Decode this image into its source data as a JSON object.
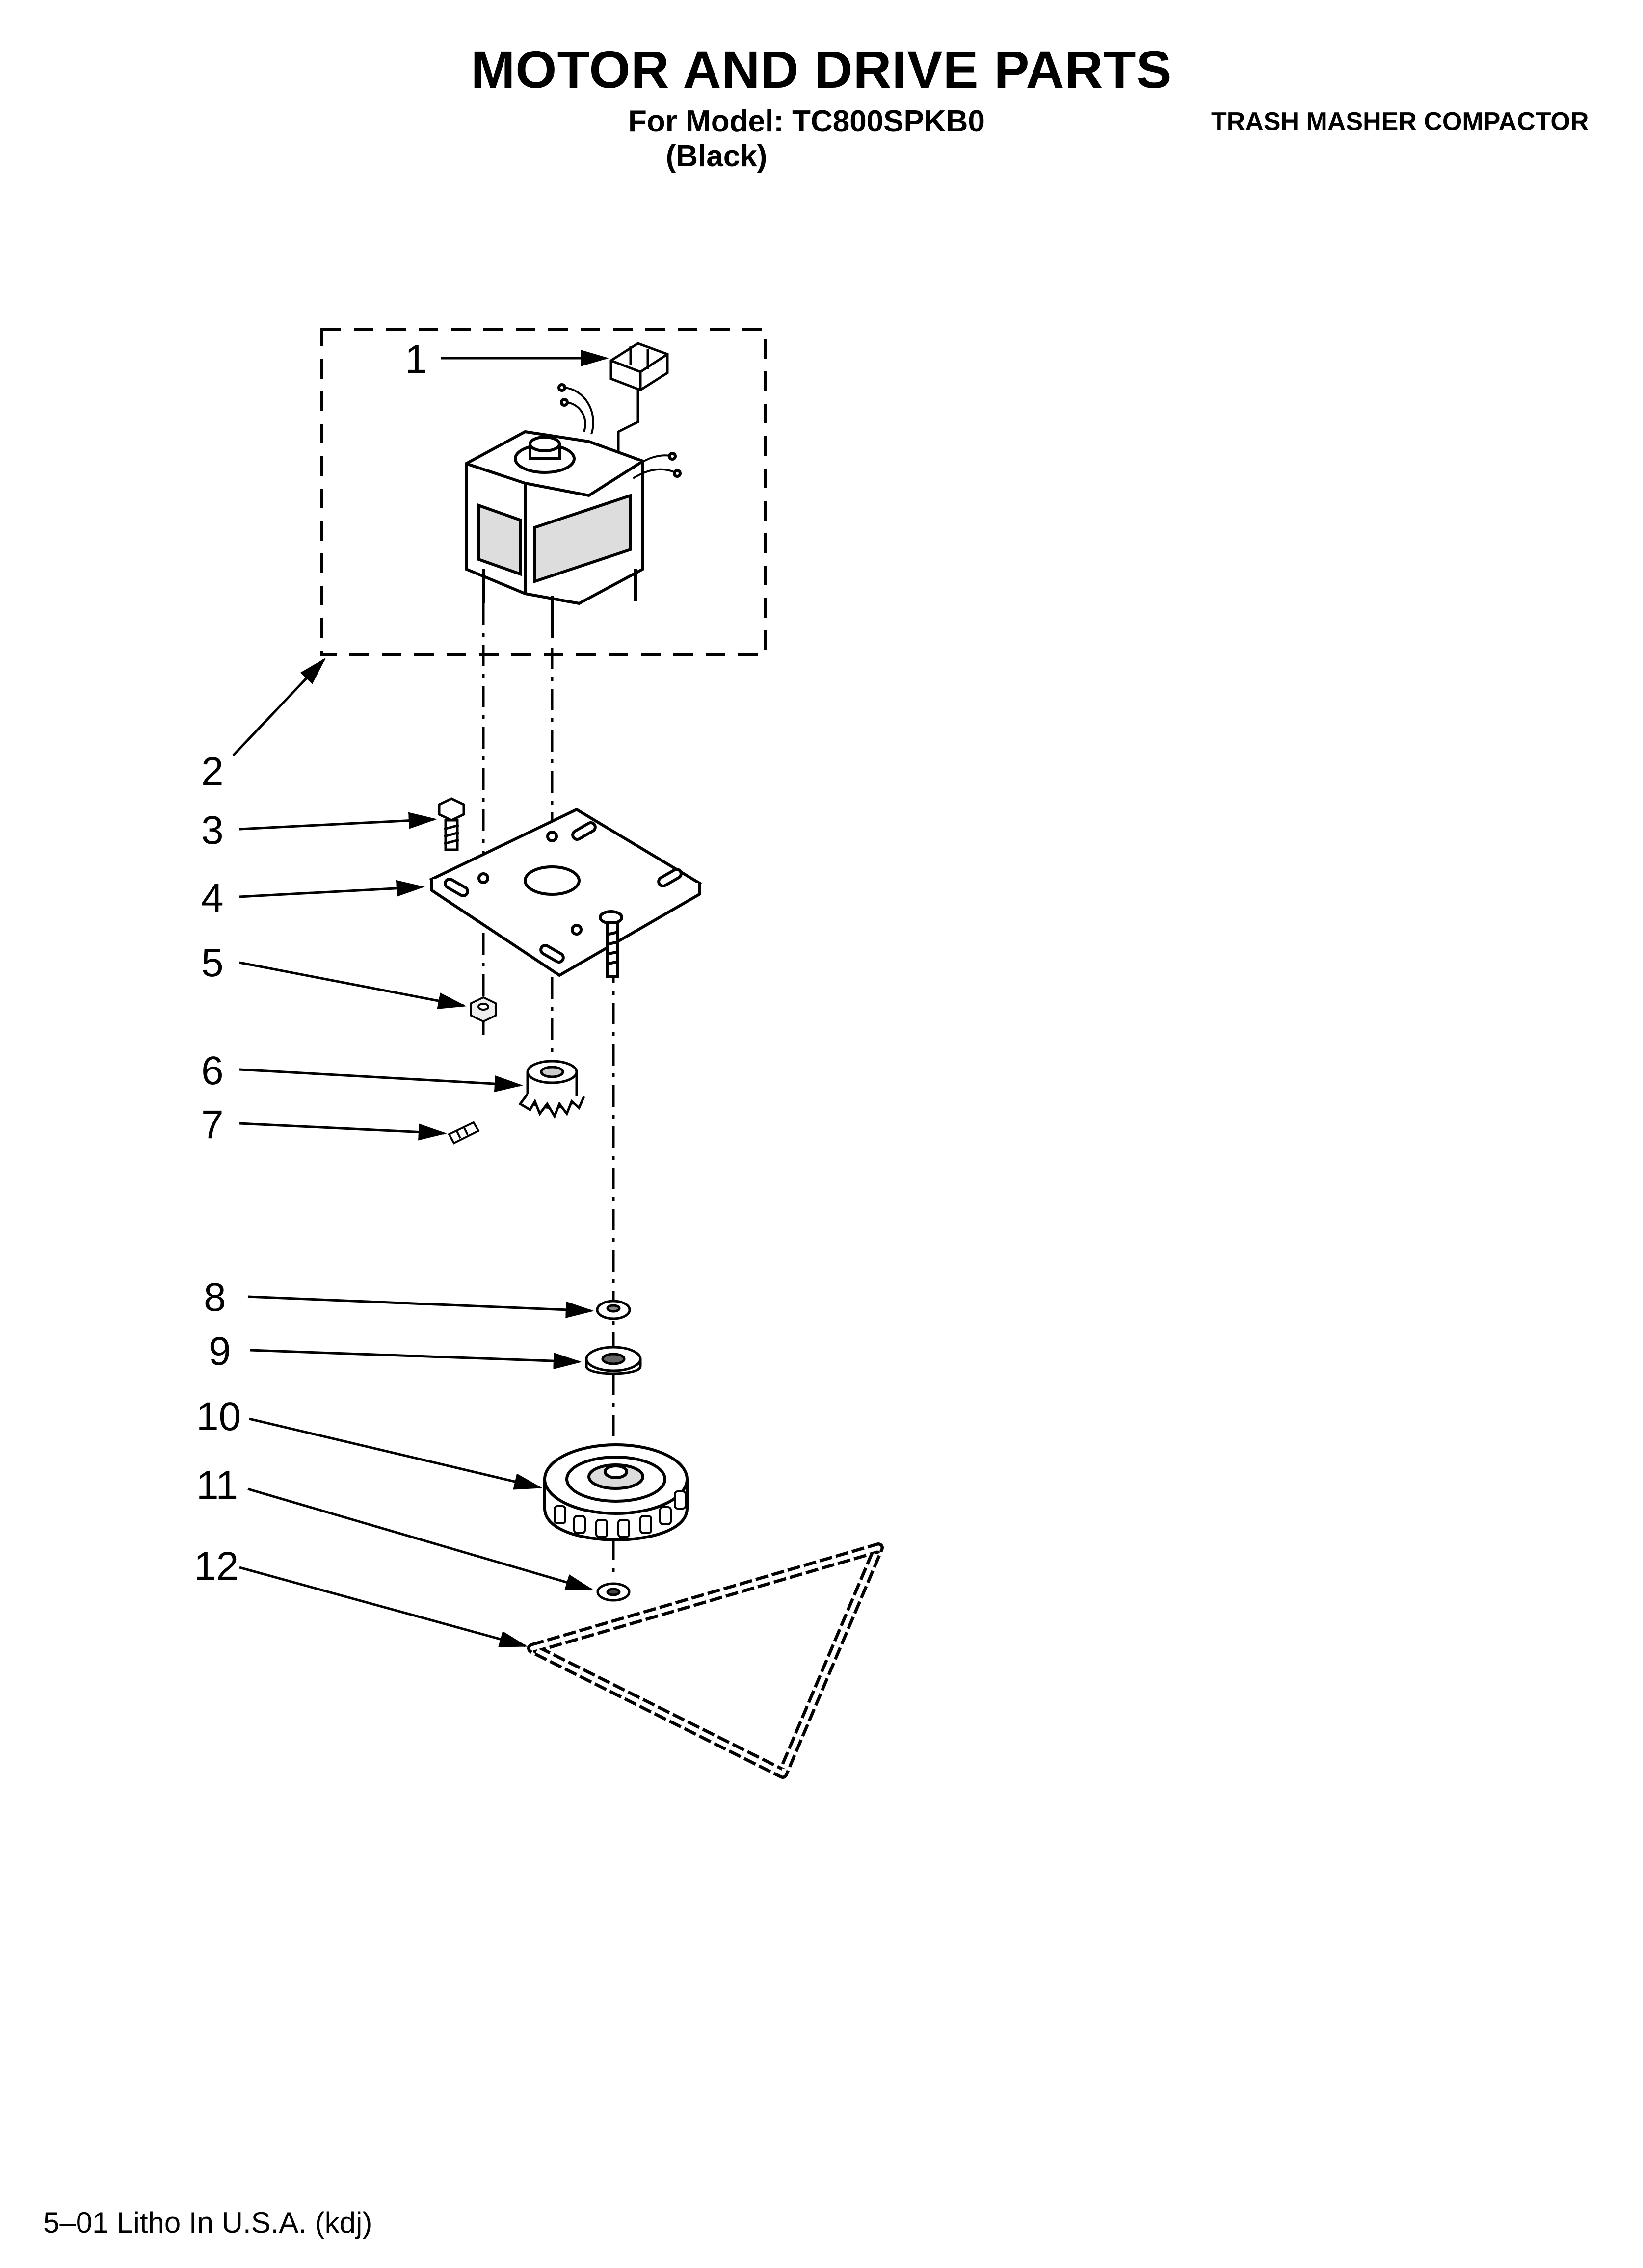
{
  "header": {
    "title": "MOTOR AND DRIVE PARTS",
    "model_line": "For Model: TC800SPKB0",
    "color_line": "(Black)",
    "product": "TRASH MASHER COMPACTOR"
  },
  "footer": {
    "litho": "5–01 Litho In U.S.A. (kdj)"
  },
  "callouts": [
    {
      "label": "1"
    },
    {
      "label": "2"
    },
    {
      "label": "3"
    },
    {
      "label": "4"
    },
    {
      "label": "5"
    },
    {
      "label": "6"
    },
    {
      "label": "7"
    },
    {
      "label": "8"
    },
    {
      "label": "9"
    },
    {
      "label": "10"
    },
    {
      "label": "11"
    },
    {
      "label": "12"
    }
  ]
}
